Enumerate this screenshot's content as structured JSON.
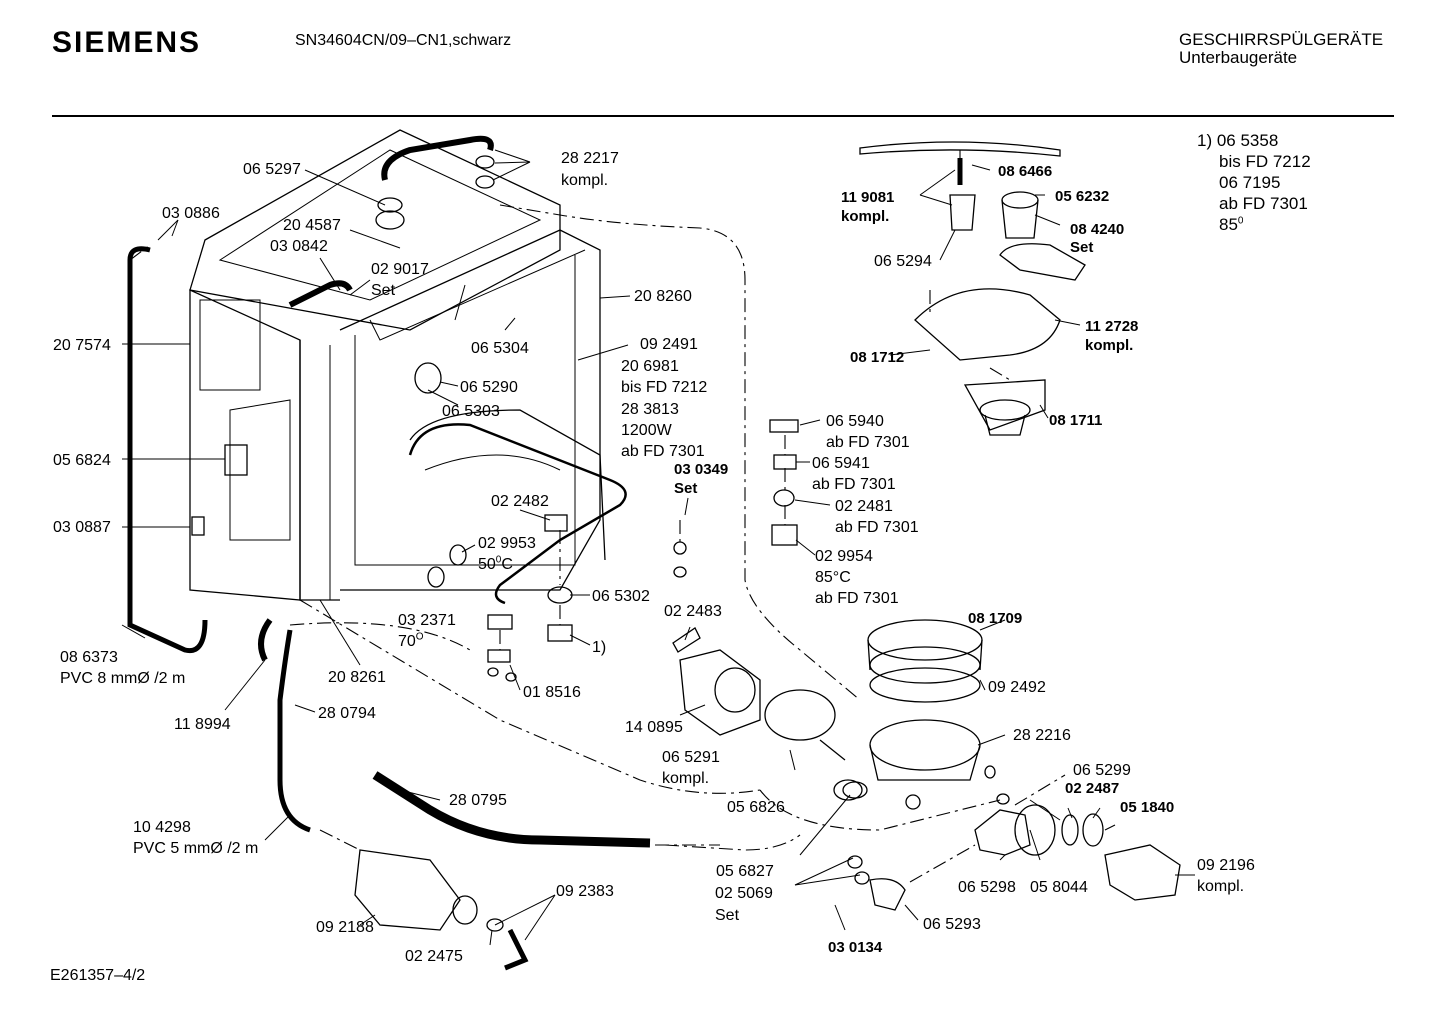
{
  "header": {
    "brand": "SIEMENS",
    "model": "SN34604CN/09–CN1,schwarz",
    "category_line1": "GESCHIRRSPÜLGERÄTE",
    "category_line2": "Unterbaugeräte"
  },
  "footnote": {
    "marker": "1) 06 5358",
    "lines": [
      "bis FD 7212",
      "06 7195",
      "ab FD 7301",
      "85"
    ],
    "superscript": "0"
  },
  "footer": {
    "drawing_id": "E261357–4/2"
  },
  "labels": {
    "p065297": "06 5297",
    "p282217": "28 2217",
    "p282217b": "kompl.",
    "p030886": "03 0886",
    "p204587": "20 4587",
    "p030842": "03 0842",
    "p029017": "02 9017",
    "p029017b": "Set",
    "p208260": "20 8260",
    "p207574": "20 7574",
    "p065304": "06 5304",
    "p092491": "09 2491",
    "p206981": "20 6981",
    "p206981b": "bis FD 7212",
    "p283813": "28 3813",
    "p283813b": "1200W",
    "p283813c": "ab FD 7301",
    "p065290": "06 5290",
    "p065303": "06 5303",
    "p056824": "05 6824",
    "p030349": "03 0349",
    "p030349b": "Set",
    "p022482": "02 2482",
    "p030887": "03 0887",
    "p029953": "02 9953",
    "p029953b": "50",
    "p029953sup": "0",
    "p029953c": "C",
    "p065302": "06 5302",
    "p032371": "03 2371",
    "p032371b": "70",
    "p032371sup": "O",
    "p1ref": "1)",
    "p086373": "08 6373",
    "p086373b": "PVC 8 mmØ /2 m",
    "p208261": "20 8261",
    "p018516": "01 8516",
    "p118994": "11 8994",
    "p280794": "28 0794",
    "p022483": "02 2483",
    "p140895": "14 0895",
    "p065291": "06 5291",
    "p065291b": "kompl.",
    "p280795": "28 0795",
    "p104298": "10 4298",
    "p104298b": "PVC 5 mmØ /2 m",
    "p056826": "05 6826",
    "p056827": "05 6827",
    "p092188": "09 2188",
    "p092383": "09 2383",
    "p022475": "02 2475",
    "p025069": "02 5069",
    "p025069b": "Set",
    "p030134": "03 0134",
    "p065293": "06 5293",
    "p065298": "06 5298",
    "p058044": "05 8044",
    "p065299": "06 5299",
    "p022487": "02 2487",
    "p051840": "05 1840",
    "p092196": "09 2196",
    "p092196b": "kompl.",
    "p081709": "08 1709",
    "p092492": "09 2492",
    "p282216": "28 2216",
    "p065940": "06 5940",
    "p065940b": "ab FD 7301",
    "p065941": "06 5941",
    "p065941b": "ab FD 7301",
    "p022481": "02 2481",
    "p022481b": "ab FD 7301",
    "p029954": "02 9954",
    "p029954b": "85°C",
    "p029954c": "ab FD 7301",
    "p086466": "08 6466",
    "p119081": "11 9081",
    "p119081b": "kompl.",
    "p056232": "05 6232",
    "p084240": "08 4240",
    "p084240b": "Set",
    "p065294": "06 5294",
    "p112728": "11 2728",
    "p112728b": "kompl.",
    "p081712": "08 1712",
    "p081711": "08 1711"
  }
}
